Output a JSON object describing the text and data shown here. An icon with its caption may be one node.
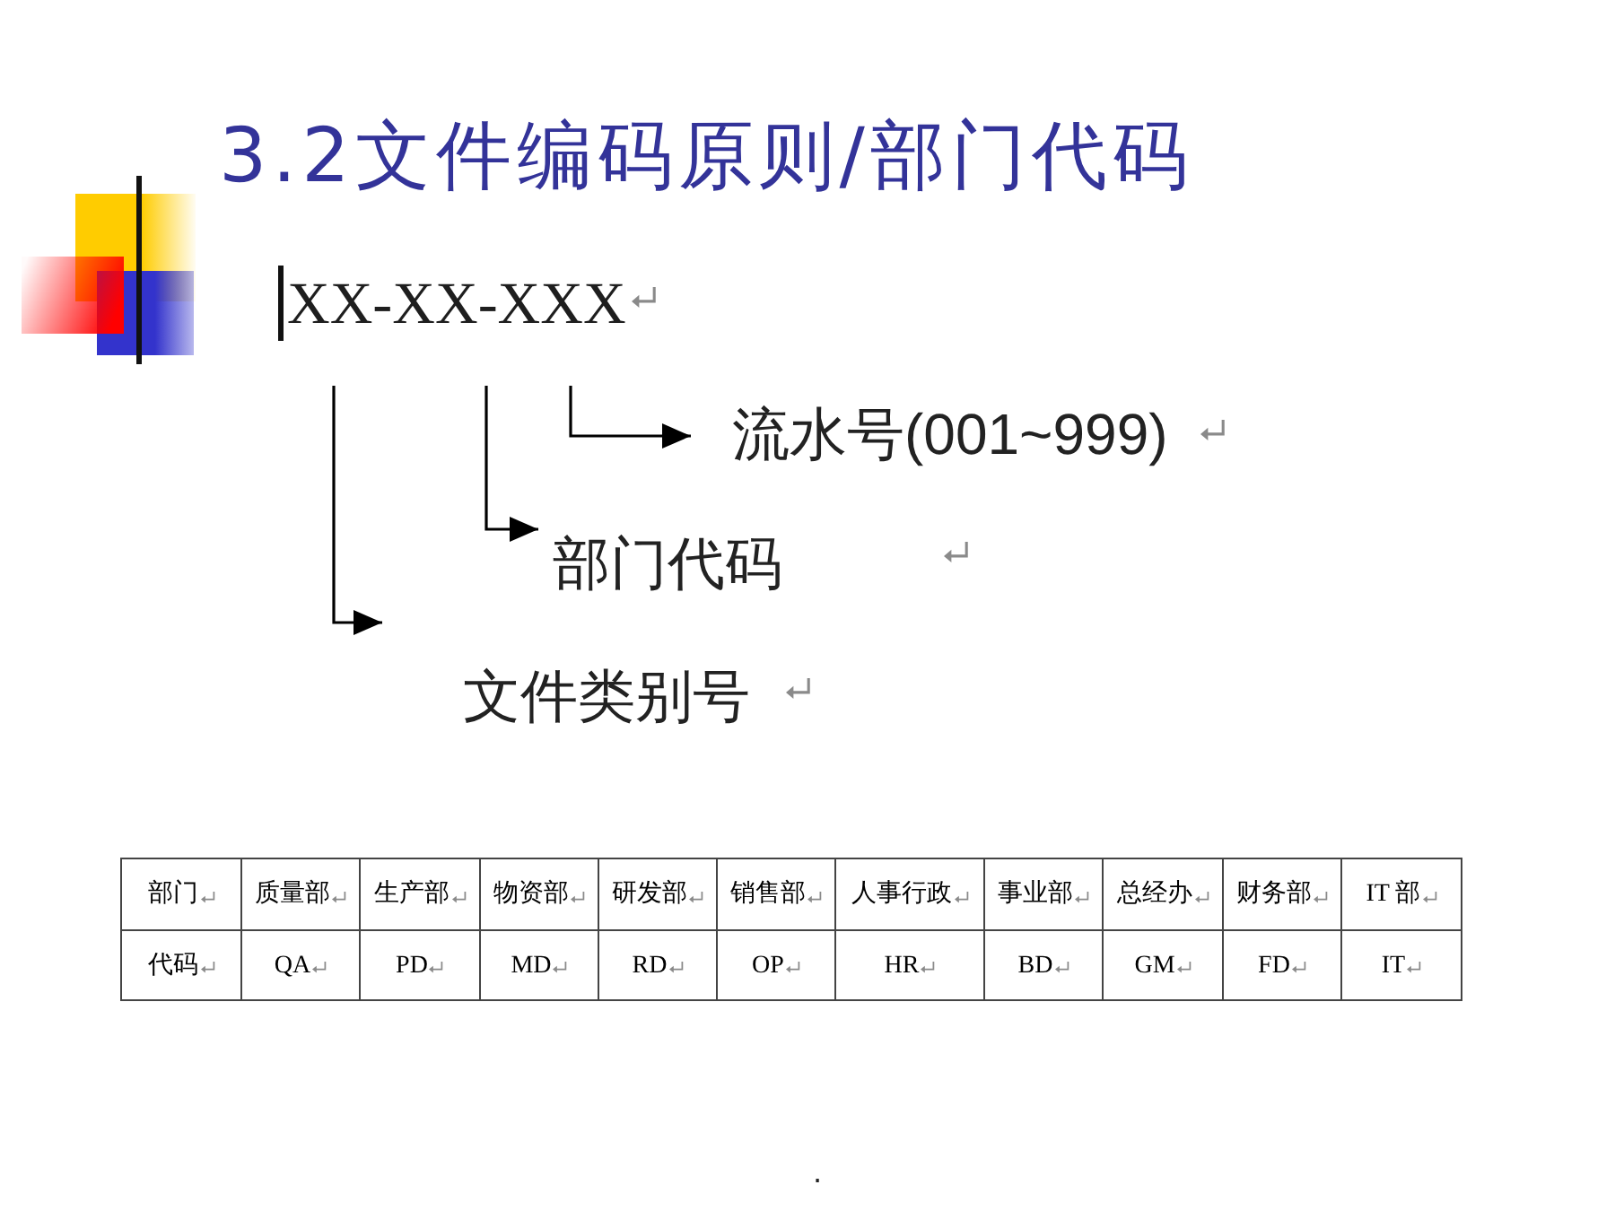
{
  "diagram": {
    "title": "3.2文件编码原则/部门代码",
    "nodes": [
      {
        "text": [
          "XX-XX-XXX"
        ]
      },
      {
        "text": [
          "流水号(001~999)"
        ]
      },
      {
        "text": [
          "部门代码"
        ]
      },
      {
        "text": [
          "文件类别号"
        ]
      }
    ],
    "edges": [
      {
        "from": 0,
        "to": 1,
        "arrow": "to"
      },
      {
        "from": 0,
        "to": 2,
        "arrow": "to"
      },
      {
        "from": 0,
        "to": 3,
        "arrow": "to"
      }
    ],
    "labels": [
      "部门",
      "质量部",
      "生产部",
      "物资部",
      "研发部",
      "销售部",
      "人事行政",
      "事业部",
      "总经办",
      "财务部",
      "IT 部",
      "代码",
      "QA",
      "PD",
      "MD",
      "RD",
      "OP",
      "HR",
      "BD",
      "GM",
      "FD",
      "IT",
      "."
    ]
  }
}
